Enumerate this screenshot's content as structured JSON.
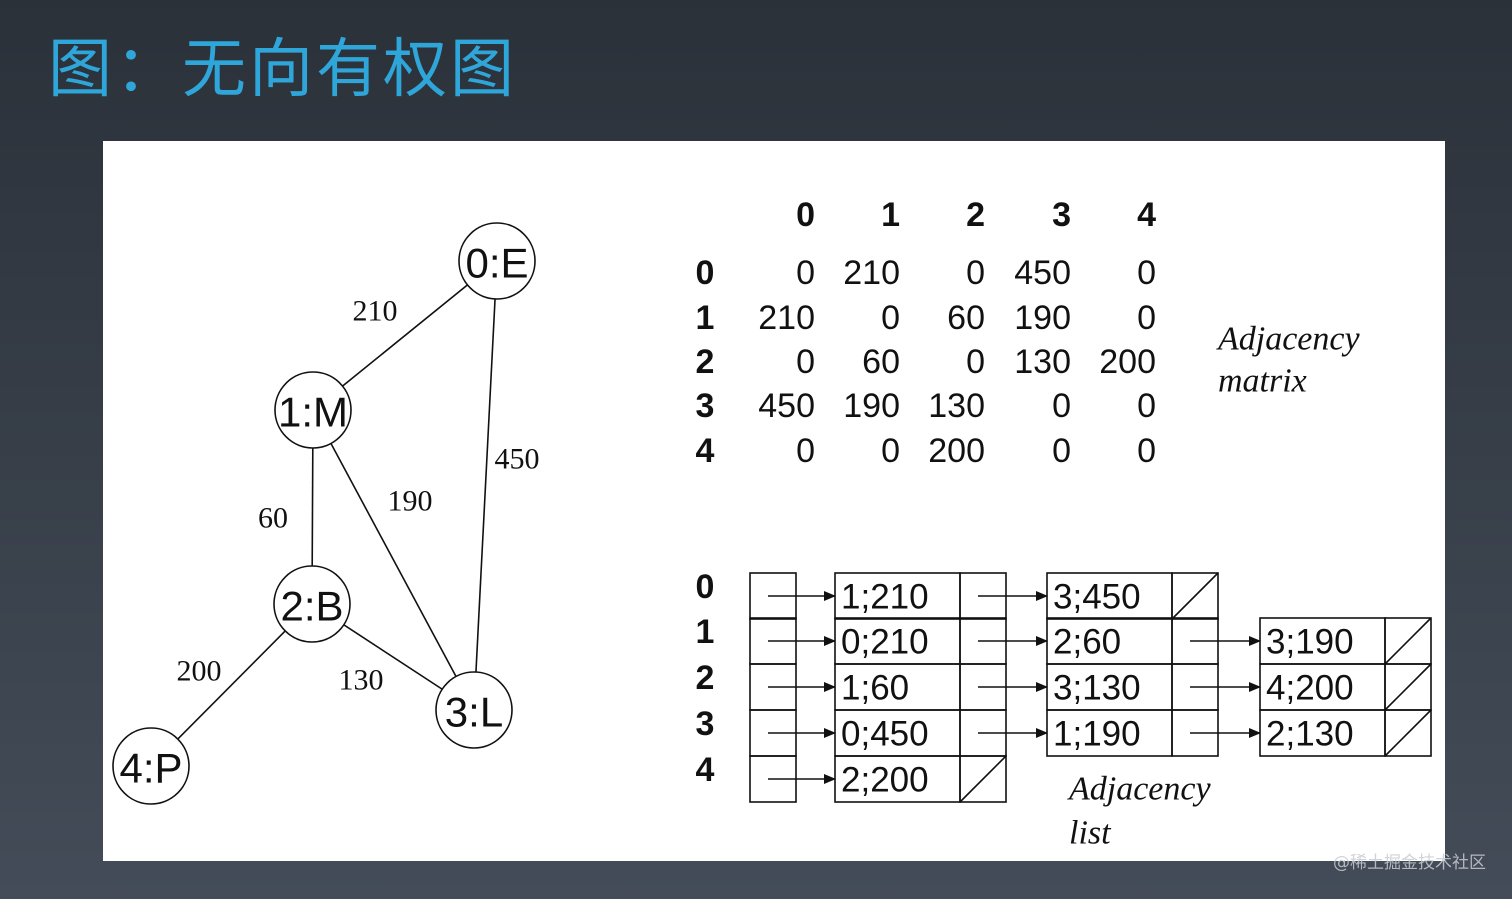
{
  "slide": {
    "title": "图：无向有权图",
    "watermark": "@稀土掘金技术社区"
  },
  "graph": {
    "nodes": [
      {
        "id": 0,
        "label": "0:E"
      },
      {
        "id": 1,
        "label": "1:M"
      },
      {
        "id": 2,
        "label": "2:B"
      },
      {
        "id": 3,
        "label": "3:L"
      },
      {
        "id": 4,
        "label": "4:P"
      }
    ],
    "edges": [
      {
        "from": 0,
        "to": 1,
        "weight": "210"
      },
      {
        "from": 0,
        "to": 3,
        "weight": "450"
      },
      {
        "from": 1,
        "to": 2,
        "weight": "60"
      },
      {
        "from": 1,
        "to": 3,
        "weight": "190"
      },
      {
        "from": 2,
        "to": 3,
        "weight": "130"
      },
      {
        "from": 2,
        "to": 4,
        "weight": "200"
      }
    ]
  },
  "matrix": {
    "col_headers": [
      "0",
      "1",
      "2",
      "3",
      "4"
    ],
    "row_headers": [
      "0",
      "1",
      "2",
      "3",
      "4"
    ],
    "rows": [
      [
        "0",
        "210",
        "0",
        "450",
        "0"
      ],
      [
        "210",
        "0",
        "60",
        "190",
        "0"
      ],
      [
        "0",
        "60",
        "0",
        "130",
        "200"
      ],
      [
        "450",
        "190",
        "130",
        "0",
        "0"
      ],
      [
        "0",
        "0",
        "200",
        "0",
        "0"
      ]
    ],
    "caption_line1": "Adjacency",
    "caption_line2": "matrix"
  },
  "adj_list": {
    "row_headers": [
      "0",
      "1",
      "2",
      "3",
      "4"
    ],
    "lists": [
      [
        "1;210",
        "3;450"
      ],
      [
        "0;210",
        "2;60",
        "3;190"
      ],
      [
        "1;60",
        "3;130",
        "4;200"
      ],
      [
        "0;450",
        "1;190",
        "2;130"
      ],
      [
        "2;200"
      ]
    ],
    "caption_line1": "Adjacency",
    "caption_line2": "list"
  }
}
